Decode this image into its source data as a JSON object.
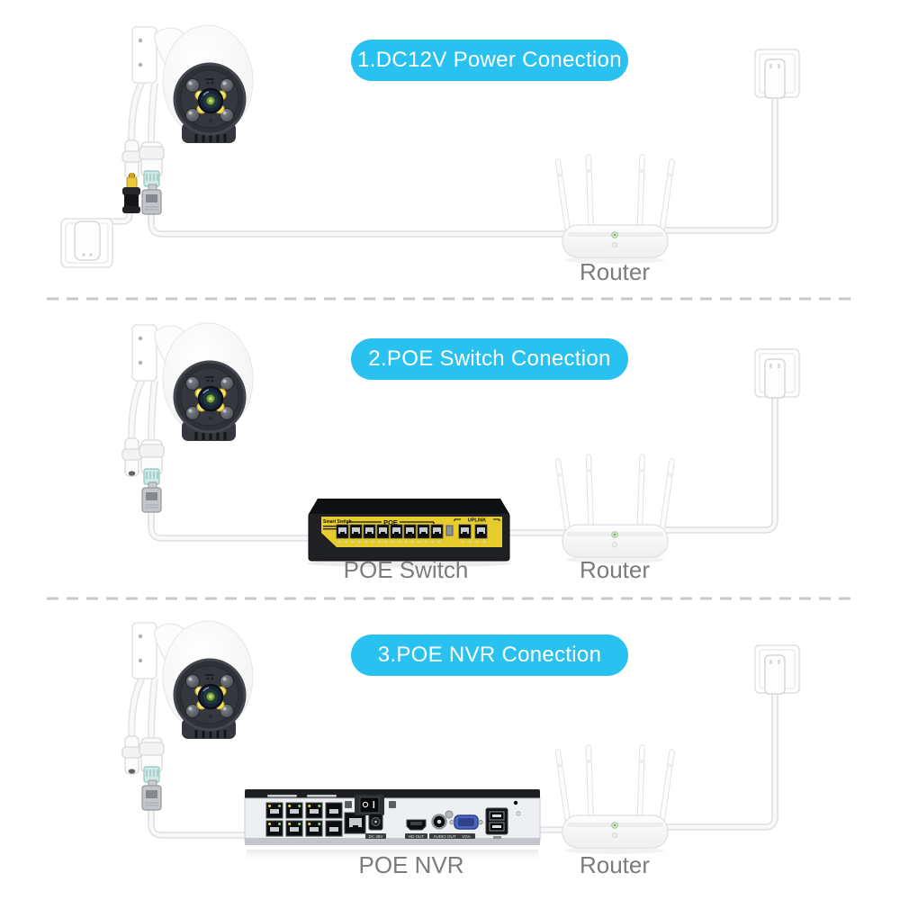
{
  "sections": [
    {
      "banner": "1.DC12V Power Conection",
      "labels": {
        "router": "Router"
      }
    },
    {
      "banner": "2.POE Switch Conection",
      "labels": {
        "switch": "POE Switch",
        "router": "Router"
      }
    },
    {
      "banner": "3.POE NVR Conection",
      "labels": {
        "nvr": "POE NVR",
        "router": "Router"
      }
    }
  ],
  "switch_text": {
    "brand": "Smart Switch",
    "poe": "POE",
    "uplink": "UPLINK"
  },
  "nvr_text": {
    "dc": "DC 48V",
    "hdmi": "HD OUT",
    "audio": "AUDIO OUT",
    "vga": "VGA"
  },
  "devices": {
    "camera": "PTZ security camera",
    "router": "Router",
    "poe_switch": {
      "name": "POE Switch",
      "poe_ports": 8,
      "uplink_ports": 2
    },
    "poe_nvr": {
      "name": "POE NVR",
      "poe_ports": 8
    },
    "wall_outlet": "wall outlet with power adapter"
  },
  "colors": {
    "banner_bg": "#29c1f0",
    "banner_text": "#ffffff",
    "device_label": "#7c7c7c",
    "divider": "#c8c8c8",
    "cable": "#e0e0e0",
    "switch_yellow": "#e6cd2d",
    "switch_body": "#1f2024",
    "camera_face": "#2e3136",
    "led_yellow": "#f1e05e",
    "vga_blue": "#4b67c6",
    "dc_plug_yellow": "#e9c937"
  }
}
